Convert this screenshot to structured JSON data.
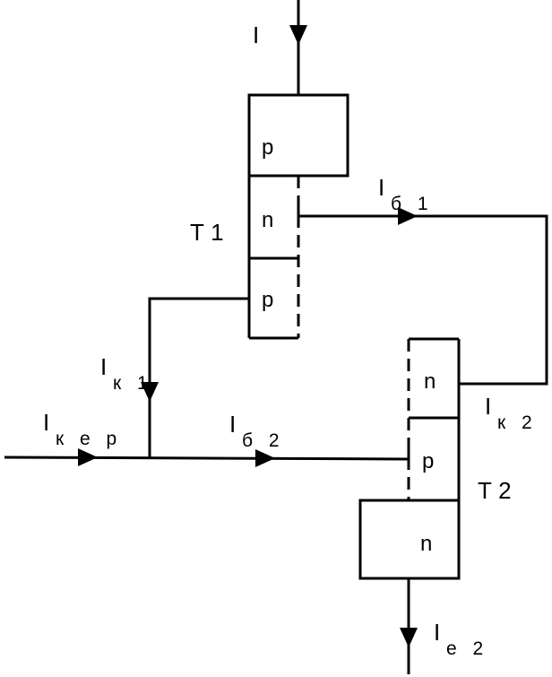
{
  "labels": {
    "I": "I",
    "I_b1": {
      "main": "I",
      "sub": "б 1"
    },
    "I_k1": {
      "main": "I",
      "sub": "к 1"
    },
    "I_ker": {
      "main": "I",
      "sub": "к е р"
    },
    "I_b2": {
      "main": "I",
      "sub": "б 2"
    },
    "I_k2": {
      "main": "I",
      "sub": "к 2"
    },
    "I_e2": {
      "main": "I",
      "sub": "е 2"
    },
    "T1": "Т 1",
    "T2": "Т 2"
  },
  "transistor_T1": {
    "layers": [
      "p",
      "n",
      "p"
    ]
  },
  "transistor_T2": {
    "layers": [
      "n",
      "p",
      "n"
    ]
  }
}
